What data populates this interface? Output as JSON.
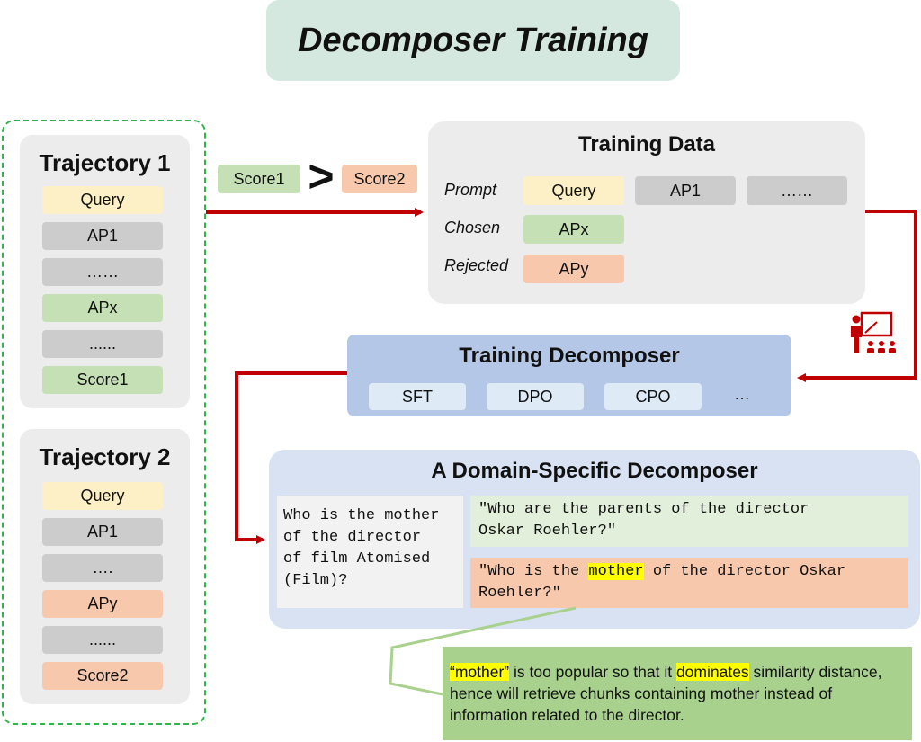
{
  "title": "Decomposer Training",
  "trajectory1": {
    "title": "Trajectory 1",
    "items": [
      "Query",
      "AP1",
      "……",
      "APx",
      "......",
      "Score1"
    ]
  },
  "trajectory2": {
    "title": "Trajectory 2",
    "items": [
      "Query",
      "AP1",
      "….",
      "APy",
      "......",
      "Score2"
    ]
  },
  "comparison": {
    "left": "Score1",
    "symbol": ">",
    "right": "Score2"
  },
  "training_data": {
    "title": "Training Data",
    "prompt_label": "Prompt",
    "chosen_label": "Chosen",
    "rejected_label": "Rejected",
    "prompt_items": [
      "Query",
      "AP1",
      "……"
    ],
    "chosen": "APx",
    "rejected": "APy"
  },
  "training_decomposer": {
    "title": "Training Decomposer",
    "methods": [
      "SFT",
      "DPO",
      "CPO",
      "…"
    ]
  },
  "domain_decomposer": {
    "title": "A Domain-Specific Decomposer",
    "question": "Who is the mother\nof the director\nof film Atomised\n(Film)?",
    "good_query": "\"Who are the parents of the director\nOskar Roehler?\"",
    "bad_query_pre": "\"Who is the ",
    "bad_query_hl": "mother",
    "bad_query_post": " of the director Oskar\nRoehler?\""
  },
  "note": {
    "hl1": "“mother”",
    "t1": " is too popular so that it ",
    "hl2": "dominates",
    "t2": " similarity distance, hence will retrieve chunks containing mother instead of information related to the director."
  },
  "colors": {
    "arrow": "#c00000",
    "dashed_border": "#2fb54a",
    "teacher_icon": "#c00000"
  },
  "icons": [
    "teacher-icon"
  ]
}
